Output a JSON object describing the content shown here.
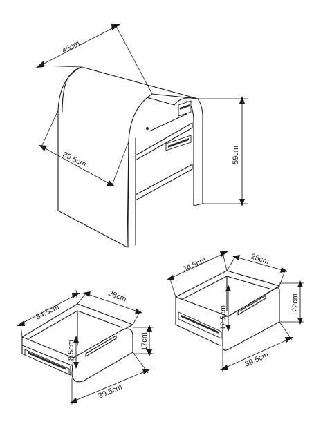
{
  "cabinet": {
    "width_label": "45cm",
    "depth_label": "39.5cm",
    "height_label": "59cm"
  },
  "drawer_left": {
    "width_label": "34.5cm",
    "depth_label": "28cm",
    "inner_height_label": "8.5cm",
    "outer_height_label": "17cm",
    "front_width_label": "39.5cm"
  },
  "drawer_right": {
    "width_label": "34.5cm",
    "depth_label": "28cm",
    "inner_height_label": "12.5cm",
    "outer_height_label": "22cm",
    "front_width_label": "39.5cm"
  }
}
